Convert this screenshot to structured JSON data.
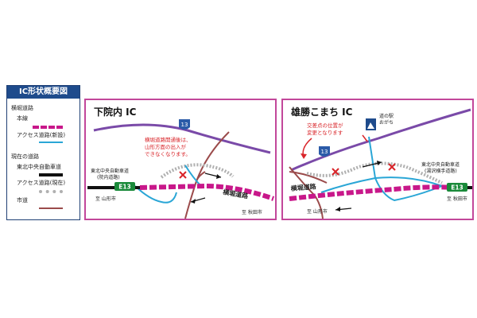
{
  "legend": {
    "title": "IC形状概要図",
    "section_new": "横堀道路",
    "item_mainline": "本線",
    "item_access_new": "アクセス道路(新設)",
    "section_existing": "現在の道路",
    "item_tohoku": "東北中央自動車道",
    "item_access_current": "アクセス道路(現在)",
    "item_city_road": "市道"
  },
  "colors": {
    "mainline": "#c8178a",
    "access_new": "#2aa6d6",
    "tohoku": "#111111",
    "access_current": "#b0b0b0",
    "city_road": "#9b4b4b",
    "route13": "#7a4aa8",
    "panel_border": "#c2479a",
    "legend_header": "#1e4b8c",
    "expressway_badge": "#1a8a3a",
    "note_red": "#d9252a"
  },
  "left_panel": {
    "title": "下院内 IC",
    "route_badge": "13",
    "note_line1": "横堀道路開通後は、",
    "note_line2": "山形方面の出入が",
    "note_line3": "できなくなります。",
    "expressway_label1": "東北中央自動車道",
    "expressway_label2": "(院内道路)",
    "e_badge": "E13",
    "to_yamagata": "至 山形市",
    "to_akita": "至 秋田市",
    "road_label": "横堀道路"
  },
  "right_panel": {
    "title": "雄勝こまち IC",
    "route_badge": "13",
    "station_line1": "道の駅",
    "station_line2": "おがち",
    "note_line1": "交差点の位置が",
    "note_line2": "変更となります",
    "road_label": "横堀道路",
    "expressway_label1": "東北中央自動車道",
    "expressway_label2": "(湯沢横手道路)",
    "e_badge": "E13",
    "to_yamagata": "至 山形市",
    "to_akita": "至 秋田市"
  }
}
